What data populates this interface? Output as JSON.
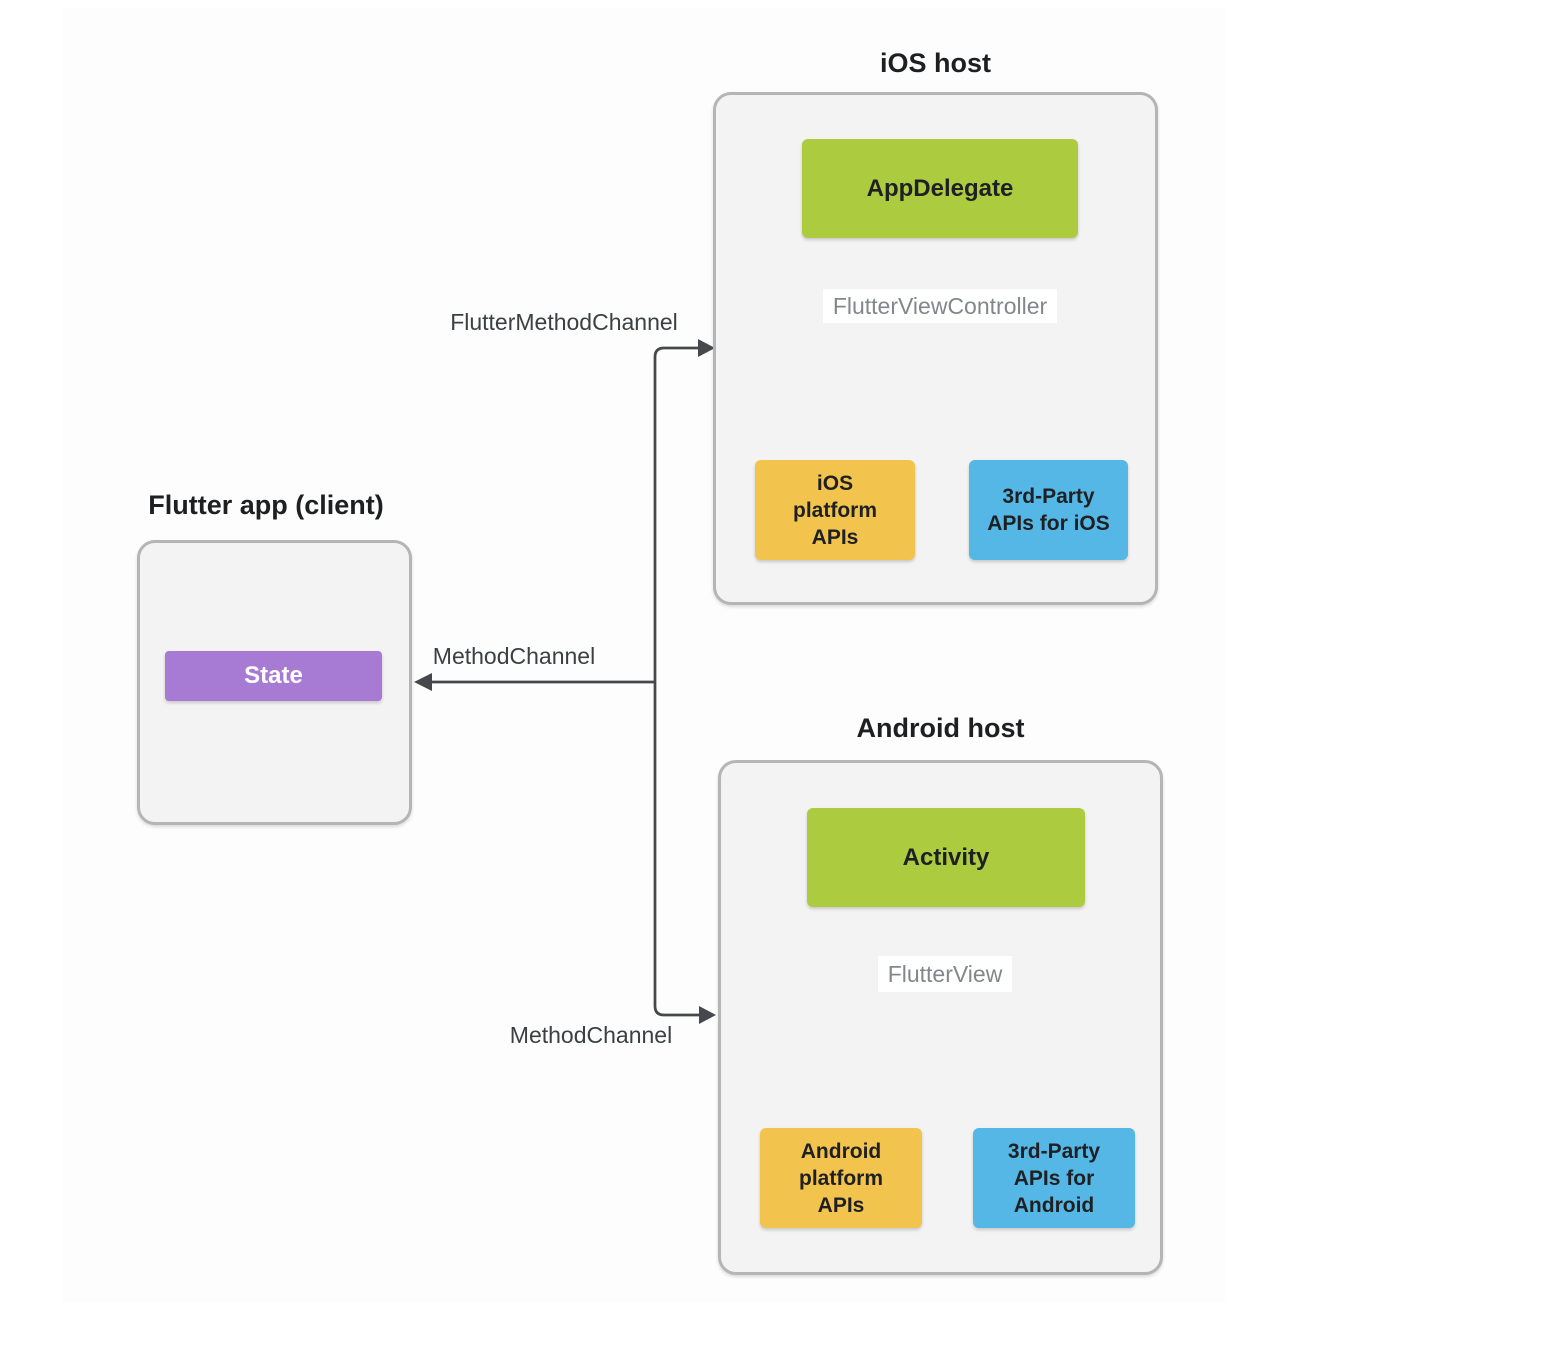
{
  "palette": {
    "green": "#adcb3f",
    "orange": "#f3c44d",
    "blue": "#55b7e5",
    "purple": "#a77bd3",
    "container_fill": "#f3f3f3",
    "container_border": "#b5b5b5",
    "connector_line": "#46484c",
    "gray_label_text": "#83878b",
    "channel_label_text": "#3c4043"
  },
  "flutter_app": {
    "title": "Flutter app (client)",
    "state_box": "State"
  },
  "ios_host": {
    "title": "iOS host",
    "root_box": "AppDelegate",
    "view_label": "FlutterViewController",
    "platform_box": "iOS\nplatform\nAPIs",
    "third_party_box": "3rd-Party\nAPIs for iOS"
  },
  "android_host": {
    "title": "Android host",
    "root_box": "Activity",
    "view_label": "FlutterView",
    "platform_box": "Android\nplatform\nAPIs",
    "third_party_box": "3rd-Party\nAPIs for\nAndroid"
  },
  "channels": {
    "flutter_method_channel": "FlutterMethodChannel",
    "method_channel_to_app": "MethodChannel",
    "method_channel_to_android": "MethodChannel"
  }
}
